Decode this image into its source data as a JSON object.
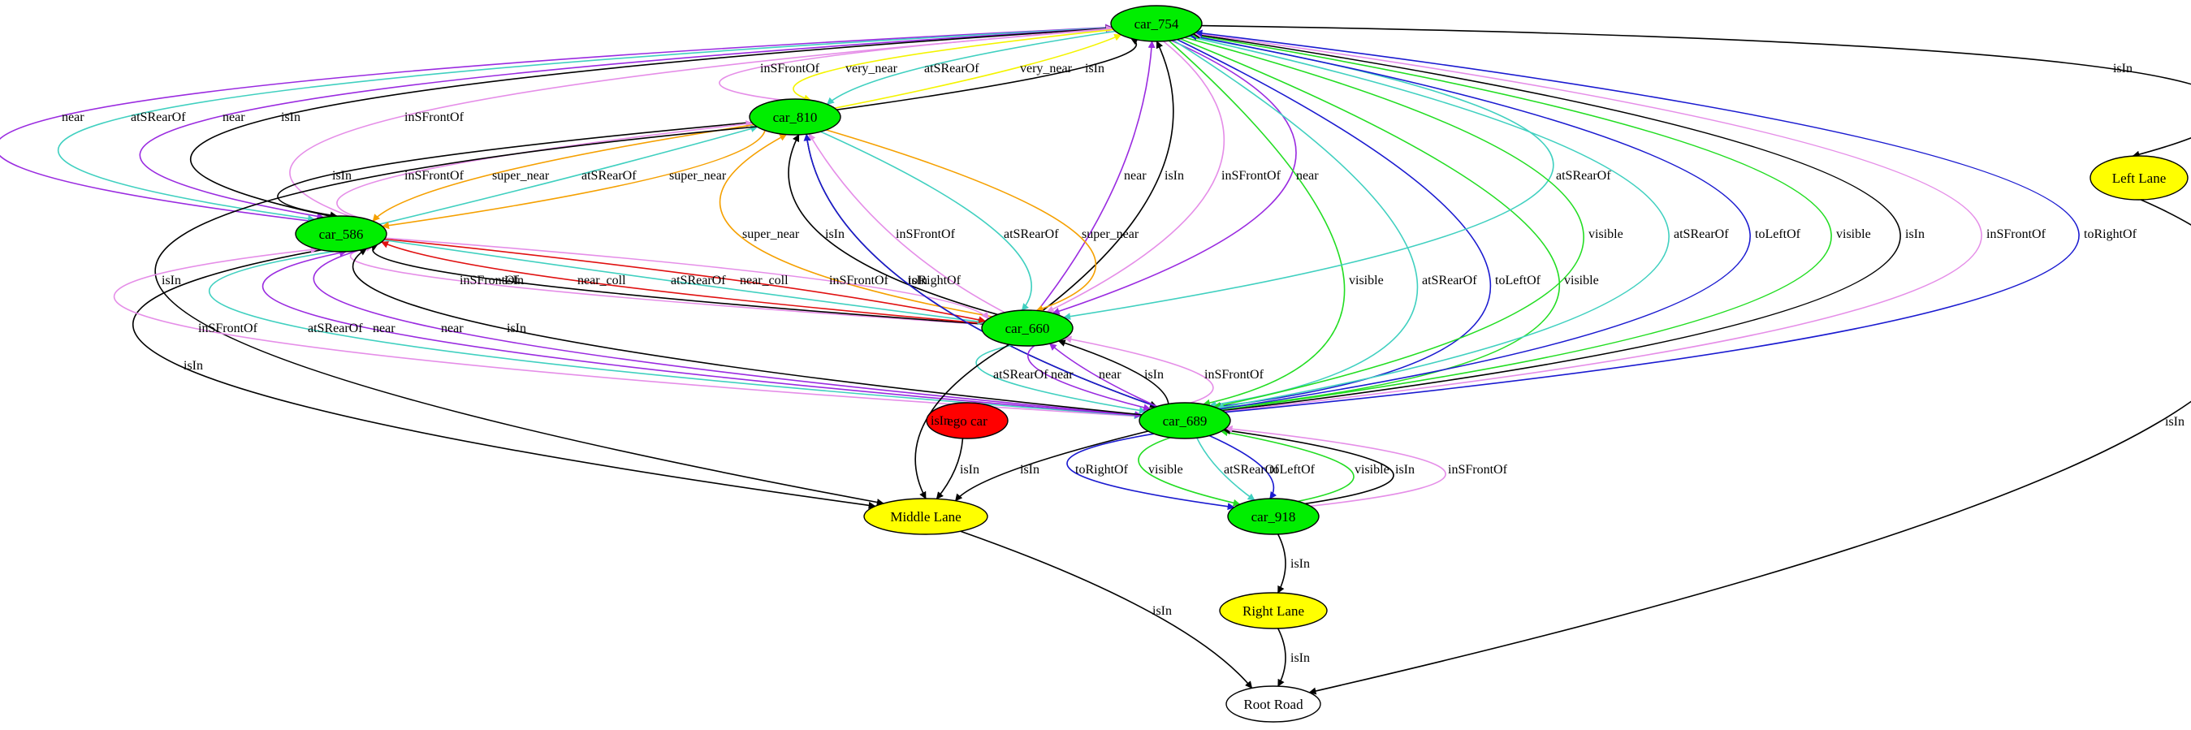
{
  "colors": {
    "near": "#9a2be0",
    "atSRearOf": "#40d0c0",
    "isIn": "#000000",
    "inSFrontOf": "#e58ee8",
    "super_near": "#f5a000",
    "near_coll": "#e01010",
    "very_near": "#f4f400",
    "toRightOf": "#1a1ad0",
    "toLeftOf": "#1a1ad0",
    "visible": "#22dd22",
    "car_fill": "#00ee00",
    "lane_fill": "#ffff00",
    "ego_fill": "#ff0000",
    "road_fill": "#ffffff"
  },
  "diagram": {
    "nodes": [
      {
        "id": "car_754",
        "label": "car_754",
        "kind": "car"
      },
      {
        "id": "car_810",
        "label": "car_810",
        "kind": "car"
      },
      {
        "id": "car_586",
        "label": "car_586",
        "kind": "car"
      },
      {
        "id": "car_660",
        "label": "car_660",
        "kind": "car"
      },
      {
        "id": "car_689",
        "label": "car_689",
        "kind": "car"
      },
      {
        "id": "car_918",
        "label": "car_918",
        "kind": "car"
      },
      {
        "id": "ego_car",
        "label": "ego car",
        "kind": "ego"
      },
      {
        "id": "middle_lane",
        "label": "Middle Lane",
        "kind": "lane"
      },
      {
        "id": "left_lane",
        "label": "Left Lane",
        "kind": "lane"
      },
      {
        "id": "right_lane",
        "label": "Right Lane",
        "kind": "lane"
      },
      {
        "id": "root_road",
        "label": "Root Road",
        "kind": "road"
      }
    ],
    "edges": [
      {
        "from": "car_586",
        "to": "car_754",
        "label": "near"
      },
      {
        "from": "car_754",
        "to": "car_586",
        "label": "atSRearOf"
      },
      {
        "from": "car_754",
        "to": "car_586",
        "label": "near"
      },
      {
        "from": "car_586",
        "to": "car_754",
        "label": "isIn"
      },
      {
        "from": "car_586",
        "to": "car_754",
        "label": "inSFrontOf"
      },
      {
        "from": "car_810",
        "to": "car_754",
        "label": "inSFrontOf"
      },
      {
        "from": "car_754",
        "to": "car_810",
        "label": "very_near"
      },
      {
        "from": "car_754",
        "to": "car_810",
        "label": "atSRearOf"
      },
      {
        "from": "car_810",
        "to": "car_754",
        "label": "very_near"
      },
      {
        "from": "car_810",
        "to": "car_754",
        "label": "isIn"
      },
      {
        "from": "car_754",
        "to": "left_lane",
        "label": "isIn"
      },
      {
        "from": "car_810",
        "to": "car_586",
        "label": "isIn"
      },
      {
        "from": "car_586",
        "to": "car_810",
        "label": "inSFrontOf"
      },
      {
        "from": "car_810",
        "to": "car_586",
        "label": "super_near"
      },
      {
        "from": "car_586",
        "to": "car_810",
        "label": "atSRearOf"
      },
      {
        "from": "car_810",
        "to": "car_586",
        "label": "super_near"
      },
      {
        "from": "car_660",
        "to": "car_754",
        "label": "near"
      },
      {
        "from": "car_660",
        "to": "car_754",
        "label": "isIn"
      },
      {
        "from": "car_754",
        "to": "car_660",
        "label": "inSFrontOf"
      },
      {
        "from": "car_754",
        "to": "car_660",
        "label": "near"
      },
      {
        "from": "car_754",
        "to": "car_689",
        "label": "visible"
      },
      {
        "from": "car_754",
        "to": "car_689",
        "label": "atSRearOf"
      },
      {
        "from": "car_754",
        "to": "car_689",
        "label": "toLeftOf"
      },
      {
        "from": "car_754",
        "to": "car_689",
        "label": "visible"
      },
      {
        "from": "car_754",
        "to": "car_660",
        "label": "atSRearOf"
      },
      {
        "from": "car_754",
        "to": "car_689",
        "label": "visible"
      },
      {
        "from": "car_754",
        "to": "car_689",
        "label": "atSRearOf"
      },
      {
        "from": "car_689",
        "to": "car_754",
        "label": "toLeftOf"
      },
      {
        "from": "car_689",
        "to": "car_754",
        "label": "visible"
      },
      {
        "from": "car_689",
        "to": "car_754",
        "label": "isIn"
      },
      {
        "from": "car_689",
        "to": "car_754",
        "label": "inSFrontOf"
      },
      {
        "from": "car_689",
        "to": "car_754",
        "label": "toRightOf"
      },
      {
        "from": "car_660",
        "to": "car_810",
        "label": "super_near"
      },
      {
        "from": "car_660",
        "to": "car_810",
        "label": "isIn"
      },
      {
        "from": "car_660",
        "to": "car_810",
        "label": "inSFrontOf"
      },
      {
        "from": "car_810",
        "to": "car_660",
        "label": "atSRearOf"
      },
      {
        "from": "car_810",
        "to": "car_660",
        "label": "super_near"
      },
      {
        "from": "car_810",
        "to": "middle_lane",
        "label": "isIn"
      },
      {
        "from": "car_810",
        "to": "car_689",
        "label": "isIn"
      },
      {
        "from": "car_660",
        "to": "car_586",
        "label": "inSFrontOf"
      },
      {
        "from": "car_660",
        "to": "car_586",
        "label": "isIn"
      },
      {
        "from": "car_660",
        "to": "car_586",
        "label": "near_coll"
      },
      {
        "from": "car_586",
        "to": "car_660",
        "label": "atSRearOf"
      },
      {
        "from": "car_586",
        "to": "car_660",
        "label": "near_coll"
      },
      {
        "from": "car_586",
        "to": "car_660",
        "label": "inSFrontOf"
      },
      {
        "from": "car_689",
        "to": "car_810",
        "label": "toRightOf"
      },
      {
        "from": "car_586",
        "to": "middle_lane",
        "label": "isIn"
      },
      {
        "from": "car_689",
        "to": "car_586",
        "label": "inSFrontOf"
      },
      {
        "from": "car_586",
        "to": "car_689",
        "label": "atSRearOf"
      },
      {
        "from": "car_689",
        "to": "car_586",
        "label": "near"
      },
      {
        "from": "car_586",
        "to": "car_689",
        "label": "near"
      },
      {
        "from": "car_689",
        "to": "car_586",
        "label": "isIn"
      },
      {
        "from": "car_660",
        "to": "car_689",
        "label": "atSRearOf"
      },
      {
        "from": "car_660",
        "to": "car_689",
        "label": "near"
      },
      {
        "from": "car_689",
        "to": "car_660",
        "label": "near"
      },
      {
        "from": "car_689",
        "to": "car_660",
        "label": "isIn"
      },
      {
        "from": "car_689",
        "to": "car_660",
        "label": "inSFrontOf"
      },
      {
        "from": "car_660",
        "to": "middle_lane",
        "label": "isIn"
      },
      {
        "from": "ego_car",
        "to": "middle_lane",
        "label": "isIn"
      },
      {
        "from": "car_689",
        "to": "middle_lane",
        "label": "isIn"
      },
      {
        "from": "car_689",
        "to": "car_918",
        "label": "toRightOf"
      },
      {
        "from": "car_689",
        "to": "car_918",
        "label": "visible"
      },
      {
        "from": "car_689",
        "to": "car_918",
        "label": "atSRearOf"
      },
      {
        "from": "car_689",
        "to": "car_918",
        "label": "toLeftOf"
      },
      {
        "from": "car_918",
        "to": "car_689",
        "label": "visible"
      },
      {
        "from": "car_918",
        "to": "car_689",
        "label": "isIn"
      },
      {
        "from": "car_918",
        "to": "car_689",
        "label": "inSFrontOf"
      },
      {
        "from": "car_918",
        "to": "right_lane",
        "label": "isIn"
      },
      {
        "from": "middle_lane",
        "to": "root_road",
        "label": "isIn"
      },
      {
        "from": "right_lane",
        "to": "root_road",
        "label": "isIn"
      },
      {
        "from": "left_lane",
        "to": "root_road",
        "label": "isIn"
      }
    ]
  }
}
